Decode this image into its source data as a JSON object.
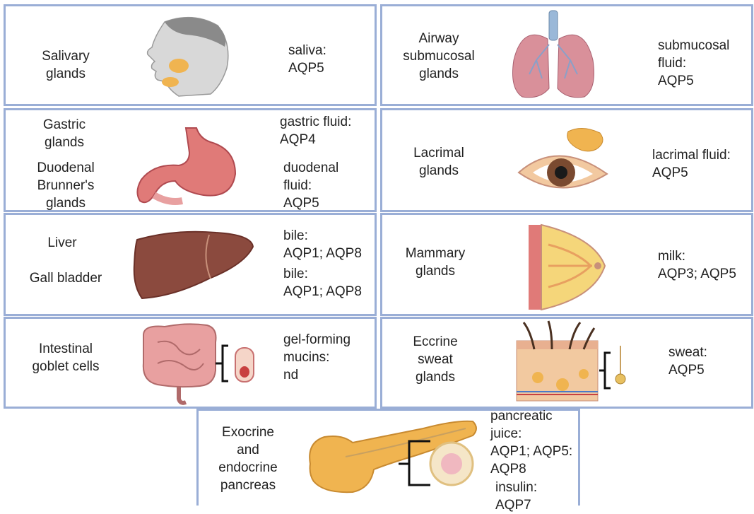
{
  "panels": {
    "salivary": {
      "label": [
        "Salivary",
        "glands"
      ],
      "fluid": [
        "saliva:",
        "AQP5"
      ],
      "icon": "head-with-salivary-glands-icon"
    },
    "airway": {
      "label": [
        "Airway",
        "submucosal",
        "glands"
      ],
      "fluid": [
        "submucosal",
        "fluid:",
        "AQP5"
      ],
      "icon": "lungs-icon"
    },
    "gastric": {
      "label1": [
        "Gastric",
        "glands"
      ],
      "label2": [
        "Duodenal",
        "Brunner's",
        "glands"
      ],
      "fluid1": [
        "gastric fluid:",
        "AQP4"
      ],
      "fluid2": [
        "duodenal",
        "fluid:",
        "AQP5"
      ],
      "icon": "stomach-duodenum-icon"
    },
    "lacrimal": {
      "label": [
        "Lacrimal",
        "glands"
      ],
      "fluid": [
        "lacrimal fluid:",
        "AQP5"
      ],
      "icon": "eye-with-lacrimal-gland-icon"
    },
    "liver": {
      "label1": [
        "Liver"
      ],
      "label2": [
        "Gall bladder"
      ],
      "fluid1": [
        "bile:",
        "AQP1; AQP8"
      ],
      "fluid2": [
        "bile:",
        "AQP1; AQP8"
      ],
      "icon": "liver-gallbladder-icon"
    },
    "mammary": {
      "label": [
        "Mammary",
        "glands"
      ],
      "fluid": [
        "milk:",
        "AQP3; AQP5"
      ],
      "icon": "breast-mammary-gland-icon"
    },
    "intestinal": {
      "label": [
        "Intestinal",
        "goblet cells"
      ],
      "fluid": [
        "gel-forming",
        "mucins:",
        "nd"
      ],
      "icon": "intestines-icon"
    },
    "eccrine": {
      "label": [
        "Eccrine",
        "sweat",
        "glands"
      ],
      "fluid": [
        "sweat:",
        "AQP5"
      ],
      "icon": "skin-sweat-gland-icon"
    },
    "pancreas": {
      "label": [
        "Exocrine",
        "and",
        "endocrine",
        "pancreas"
      ],
      "fluid1": [
        "pancreatic",
        "juice:",
        "AQP1; AQP5:",
        "AQP8"
      ],
      "fluid2": [
        "insulin:",
        "AQP7"
      ],
      "icon": "pancreas-icon"
    }
  },
  "colors": {
    "border": "#9aaed6",
    "tissue": "#e07a78",
    "liver": "#8b4a3e",
    "lung": "#d9909a",
    "gland": "#f0b450",
    "skin": "#f2c9a0",
    "intestine": "#e8a0a0"
  }
}
